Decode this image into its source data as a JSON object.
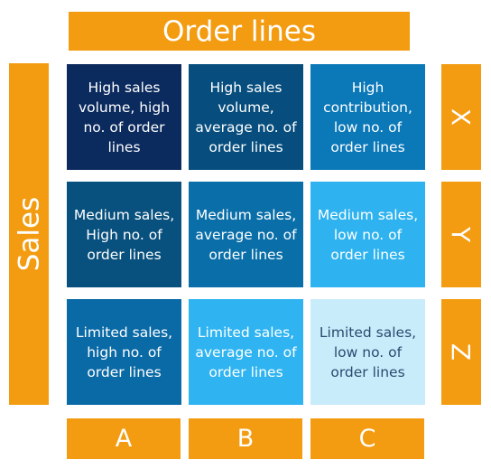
{
  "header": {
    "title": "Order lines"
  },
  "side": {
    "title": "Sales"
  },
  "rows": [
    "X",
    "Y",
    "Z"
  ],
  "columns": [
    "A",
    "B",
    "C"
  ],
  "colors": {
    "accent": "#f39c12",
    "AX": "#0b2a5e",
    "BX": "#074e7e",
    "CX": "#0b78b8",
    "AY": "#08507d",
    "BY": "#0a6fa9",
    "CY": "#2fb3f0",
    "AZ": "#0a6aa6",
    "BZ": "#2fb4f1",
    "CZ": "#c9ecfb"
  },
  "matrix": {
    "AX": "High sales volume, high no. of order lines",
    "BX": "High sales volume, average no. of order lines",
    "CX": "High contribution, low no. of order lines",
    "AY": "Medium sales, High no. of order lines",
    "BY": "Medium sales, average no. of order lines",
    "CY": "Medium sales, low no. of order lines",
    "AZ": "Limited sales, high no. of order lines",
    "BZ": "Limited sales, average no. of order lines",
    "CZ": "Limited sales, low no. of order lines"
  }
}
